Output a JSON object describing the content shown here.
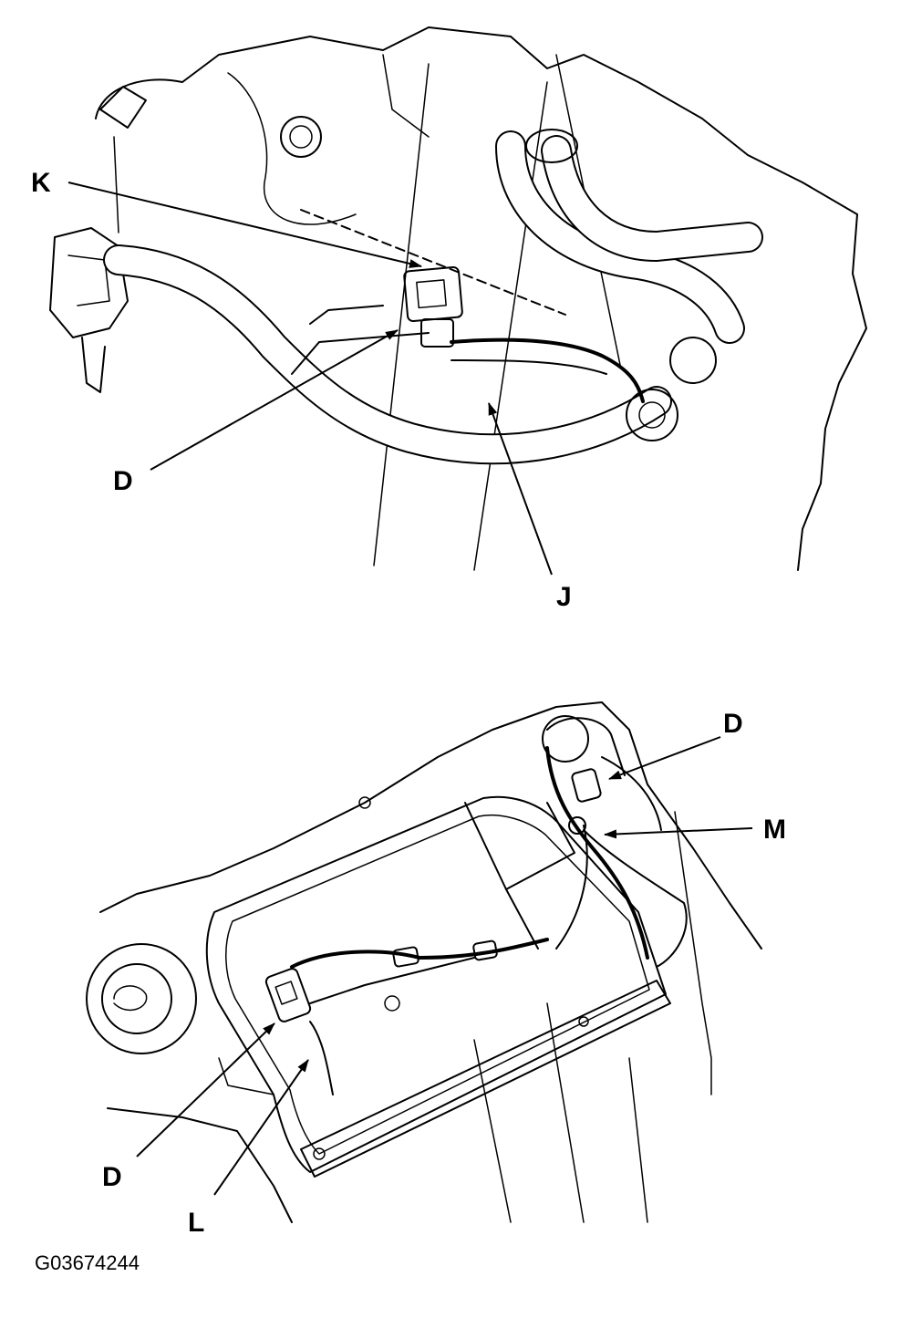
{
  "figure_id": "G03674244",
  "callouts": {
    "top_k": "K",
    "top_d": "D",
    "top_j": "J",
    "bottom_d_upper": "D",
    "bottom_m": "M",
    "bottom_d_lower": "D",
    "bottom_l": "L"
  }
}
